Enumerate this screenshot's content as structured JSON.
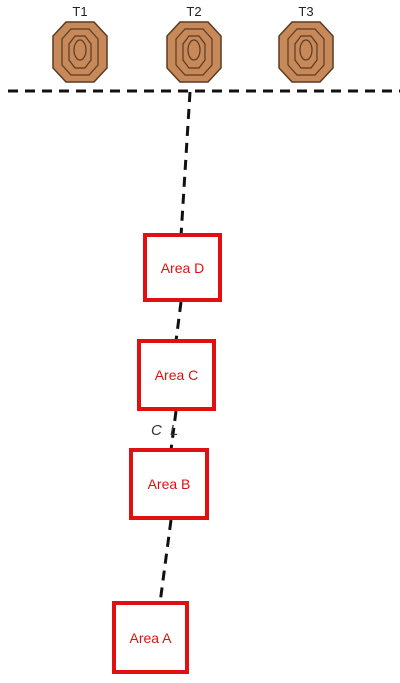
{
  "targets": [
    {
      "label": "T1"
    },
    {
      "label": "T2"
    },
    {
      "label": "T3"
    }
  ],
  "areas": [
    {
      "label": "Area D"
    },
    {
      "label": "Area C"
    },
    {
      "label": "Area B"
    },
    {
      "label": "Area A"
    }
  ],
  "centerline_label": "C L",
  "colors": {
    "area_border": "#e01010",
    "area_text": "#e01010",
    "target_fill": "#c8895a",
    "target_stroke": "#5a3a22",
    "line": "#111111"
  }
}
